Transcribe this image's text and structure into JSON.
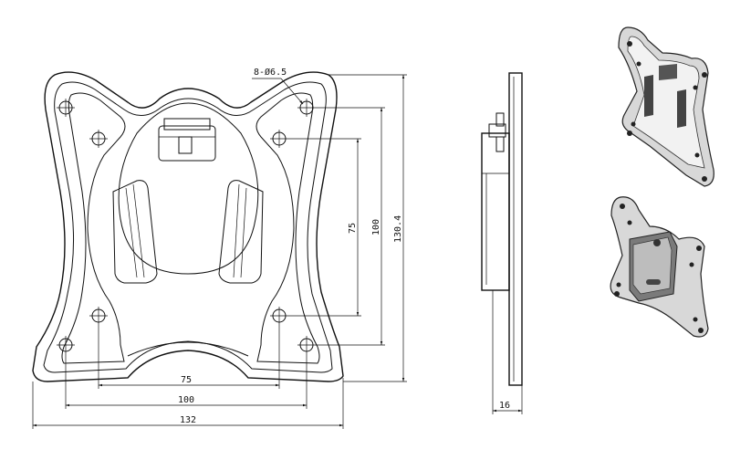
{
  "drawing": {
    "front_view": {
      "hole_callout": "8-Ø6.5",
      "dim_width_inner": "75",
      "dim_width_mid": "100",
      "dim_width_outer": "132",
      "dim_height_inner": "75",
      "dim_height_mid": "100",
      "dim_height_outer": "130.4"
    },
    "side_view": {
      "dim_depth": "16"
    },
    "colors": {
      "line": "#111111",
      "background": "#ffffff",
      "render_shade": "#444444"
    }
  }
}
